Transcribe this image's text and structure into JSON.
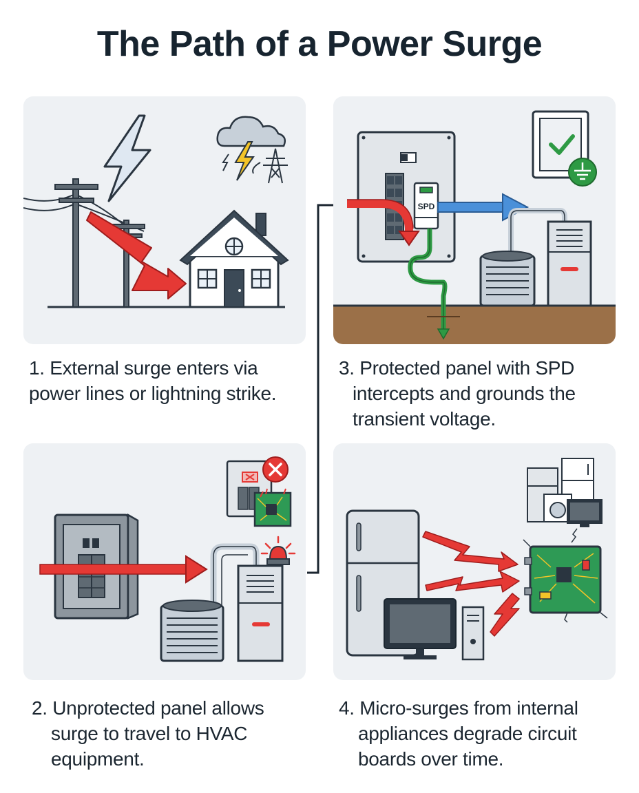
{
  "title": "The Path of a Power Surge",
  "steps": [
    {
      "caption_lines": [
        "1. External surge enters via",
        "power lines or lightning strike."
      ]
    },
    {
      "caption_lines": [
        "2. Unprotected panel allows",
        "surge to travel to HVAC",
        "equipment."
      ]
    },
    {
      "caption_lines": [
        "3. Protected panel with SPD",
        "intercepts and grounds the",
        "transient voltage."
      ],
      "device_label": "SPD"
    },
    {
      "caption_lines": [
        "4. Micro-surges from internal",
        "appliances degrade circuit",
        "boards over time."
      ]
    }
  ],
  "colors": {
    "surge_red": "#e53935",
    "protected_blue": "#4a90d9",
    "ground_green": "#2e9a44",
    "panel_bg": "#eef1f4",
    "ground_brown": "#9b7048",
    "pcb_green": "#2e9a55"
  }
}
